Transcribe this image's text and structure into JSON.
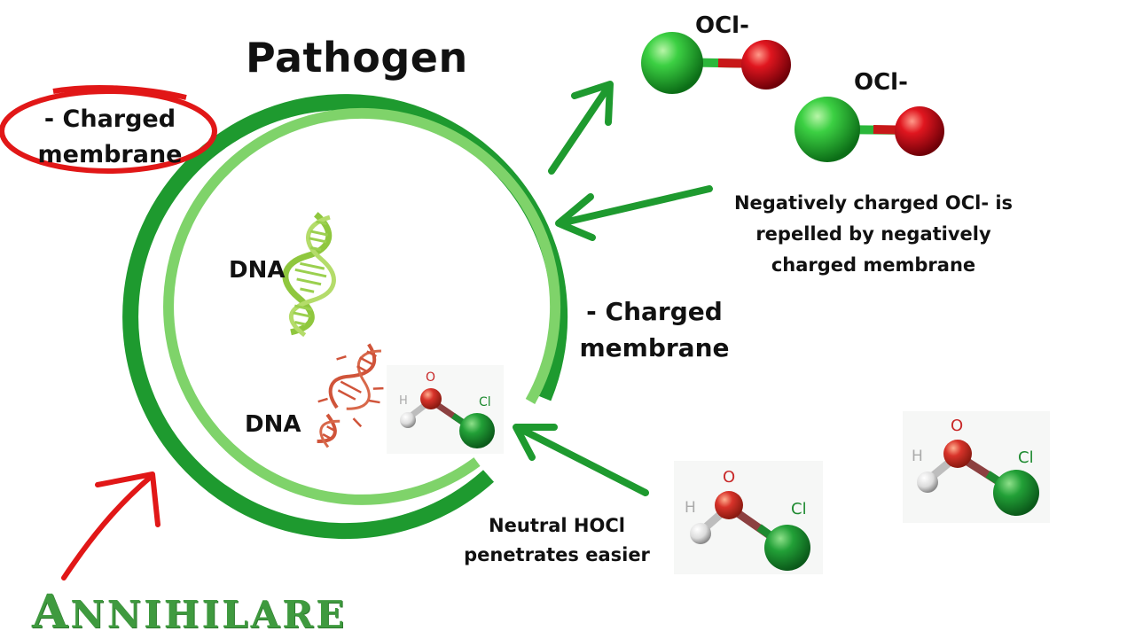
{
  "diagram": {
    "title": "Pathogen",
    "membrane_label_left": "- Charged membrane",
    "membrane_label_right": "- Charged membrane",
    "dna_label_intact": "DNA",
    "dna_label_damaged": "DNA",
    "ocl_label_1": "OCl-",
    "ocl_label_2": "OCl-",
    "repel_text": "Negatively charged OCl- is repelled by negatively charged membrane",
    "neutral_text": "Neutral HOCl penetrates easier",
    "brand_first": "A",
    "brand_rest": "NNIHILARE",
    "hocl_atoms": {
      "h": "H",
      "o": "O",
      "cl": "Cl"
    }
  },
  "colors": {
    "membrane_outer": "#1e9a2f",
    "membrane_inner": "#7fd36a",
    "arrow_green": "#1e9a2f",
    "highlight_red": "#e11717",
    "chlorine_green": "#2fbf3a",
    "oxygen_red": "#c8101b",
    "dna_intact": "#8fc73e",
    "dna_damaged": "#d0543a",
    "brand_green": "#3f9a3f"
  },
  "icons": [
    "ocl-molecule",
    "hocl-molecule",
    "dna-helix",
    "damaged-dna-helix",
    "arrow"
  ]
}
